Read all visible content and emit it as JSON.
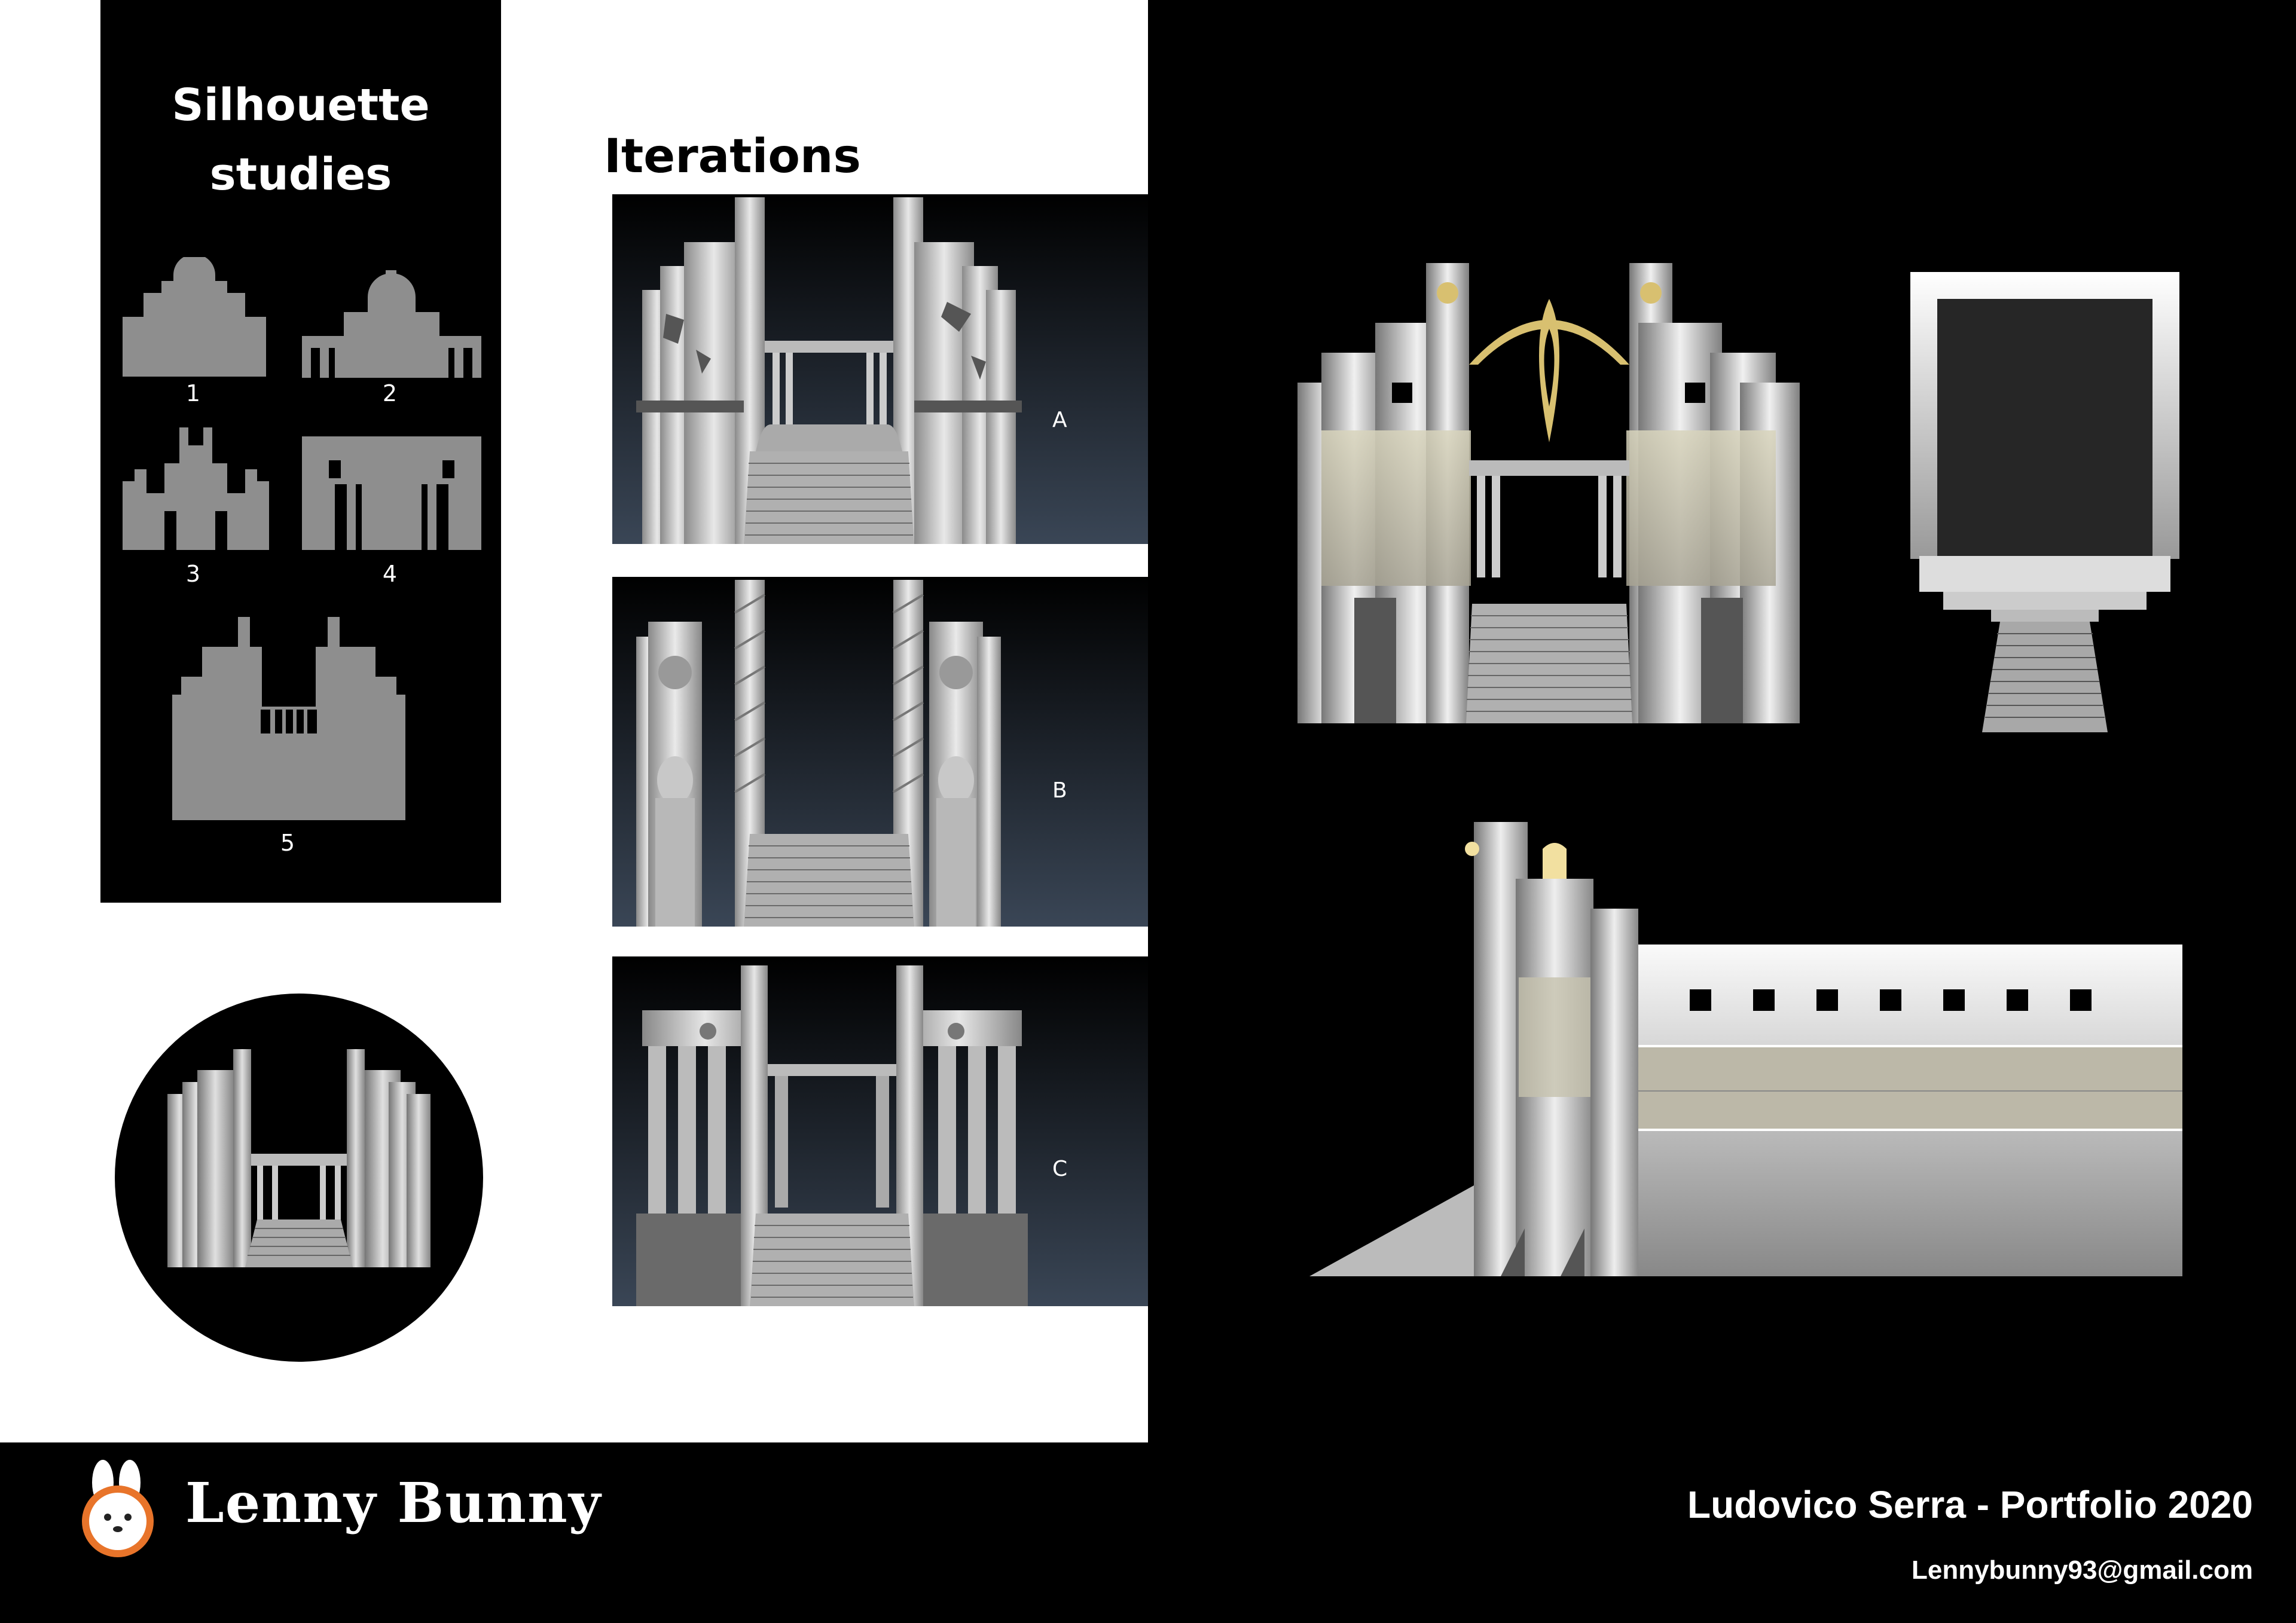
{
  "sheet": {
    "silhouette_title": "Silhouette\nstudies",
    "iterations_title": "Iterations",
    "silhouette_labels": [
      "1",
      "2",
      "3",
      "4",
      "5"
    ],
    "iteration_labels": [
      "A",
      "B",
      "C"
    ]
  },
  "footer": {
    "brand": "Lenny Bunny",
    "author": "Ludovico Serra - Portfolio 2020",
    "email": "Lennybunny93@gmail.com"
  },
  "colors": {
    "accent_gold": "#d8c070",
    "silhouette_grey": "#8e8e8e",
    "logo_orange": "#e8742a"
  }
}
